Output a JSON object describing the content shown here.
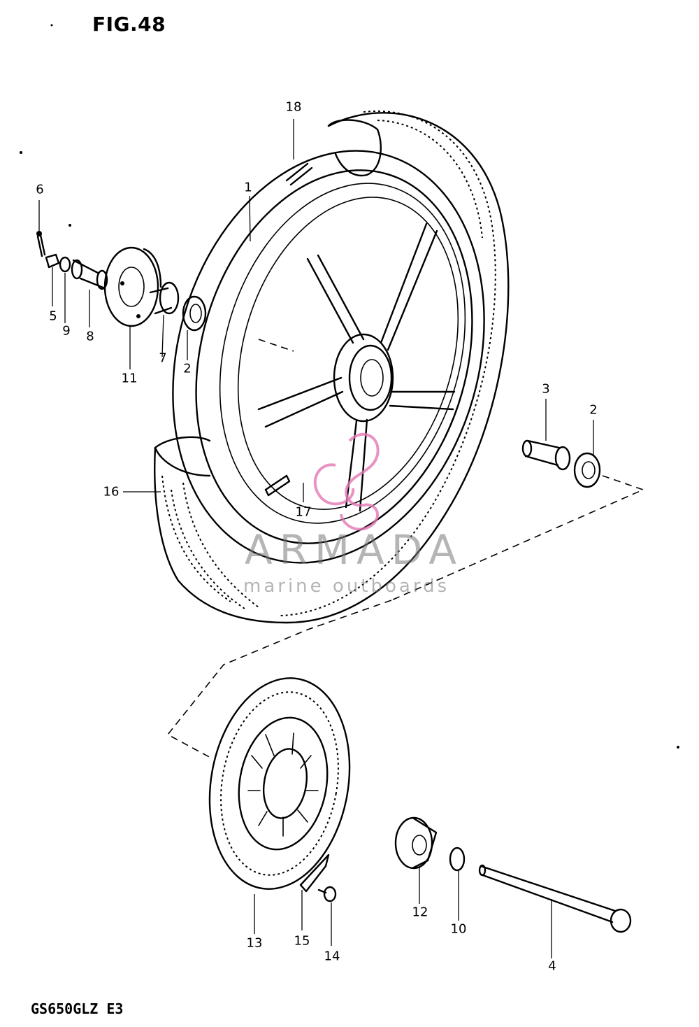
{
  "figure": {
    "title": "FIG.48",
    "model_code": "GS650GLZ E3"
  },
  "watermark": {
    "brand": "ARMADA",
    "tagline": "marine outboards",
    "logo_icon": "seahorse-logo-icon",
    "logo_color": "#e27ab4"
  },
  "callouts": [
    {
      "id": "c18",
      "label": "18"
    },
    {
      "id": "c1",
      "label": "1"
    },
    {
      "id": "c6",
      "label": "6"
    },
    {
      "id": "c5",
      "label": "5"
    },
    {
      "id": "c9",
      "label": "9"
    },
    {
      "id": "c8",
      "label": "8"
    },
    {
      "id": "c11",
      "label": "11"
    },
    {
      "id": "c7",
      "label": "7"
    },
    {
      "id": "c2a",
      "label": "2"
    },
    {
      "id": "c3",
      "label": "3"
    },
    {
      "id": "c2b",
      "label": "2"
    },
    {
      "id": "c16",
      "label": "16"
    },
    {
      "id": "c17",
      "label": "17"
    },
    {
      "id": "c13",
      "label": "13"
    },
    {
      "id": "c15",
      "label": "15"
    },
    {
      "id": "c14",
      "label": "14"
    },
    {
      "id": "c12",
      "label": "12"
    },
    {
      "id": "c10",
      "label": "10"
    },
    {
      "id": "c4",
      "label": "4"
    }
  ]
}
